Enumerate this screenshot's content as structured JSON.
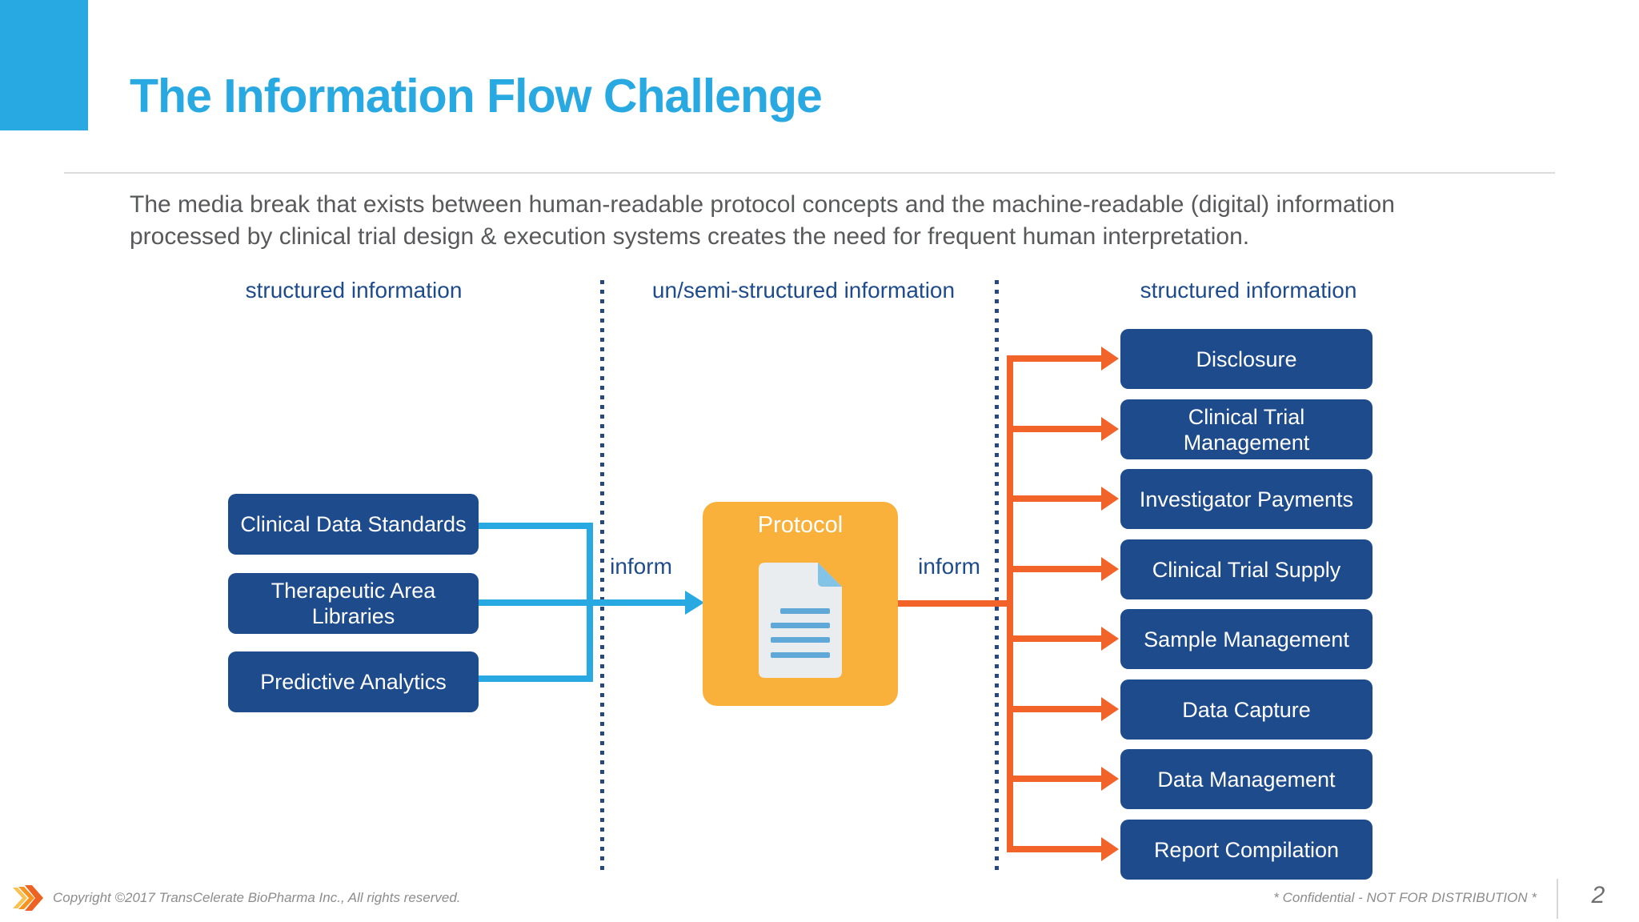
{
  "slide": {
    "title": "The Information Flow Challenge",
    "body_text": "The media break that exists between human-readable protocol concepts and the machine-readable (digital) information processed by clinical trial design & execution systems creates the need for frequent human interpretation."
  },
  "column_labels": {
    "left": "structured information",
    "middle": "un/semi-structured information",
    "right": "structured information"
  },
  "diagram": {
    "left_boxes": [
      {
        "label": "Clinical Data Standards"
      },
      {
        "label": "Therapeutic Area Libraries"
      },
      {
        "label": "Predictive Analytics"
      }
    ],
    "inform_left": "inform",
    "inform_right": "inform",
    "protocol": {
      "label": "Protocol",
      "icon": "document-icon"
    },
    "right_boxes": [
      {
        "label": "Disclosure"
      },
      {
        "label": "Clinical Trial Management"
      },
      {
        "label": "Investigator Payments"
      },
      {
        "label": "Clinical Trial Supply"
      },
      {
        "label": "Sample Management"
      },
      {
        "label": "Data Capture"
      },
      {
        "label": "Data Management"
      },
      {
        "label": "Report Compilation"
      }
    ]
  },
  "footer": {
    "logo": "transcelerate-chevrons-icon",
    "copyright": "Copyright ©2017 TransCelerate BioPharma Inc., All rights reserved.",
    "confidential": "* Confidential - NOT FOR DISTRIBUTION *",
    "page_number": "2"
  },
  "colors": {
    "accent_blue": "#29A9E1",
    "navy_box": "#1E4B8C",
    "orange_connector": "#F2632A",
    "protocol_orange": "#F9B13C",
    "body_text_gray": "#58595B",
    "footer_gray": "#8C8C8C"
  }
}
